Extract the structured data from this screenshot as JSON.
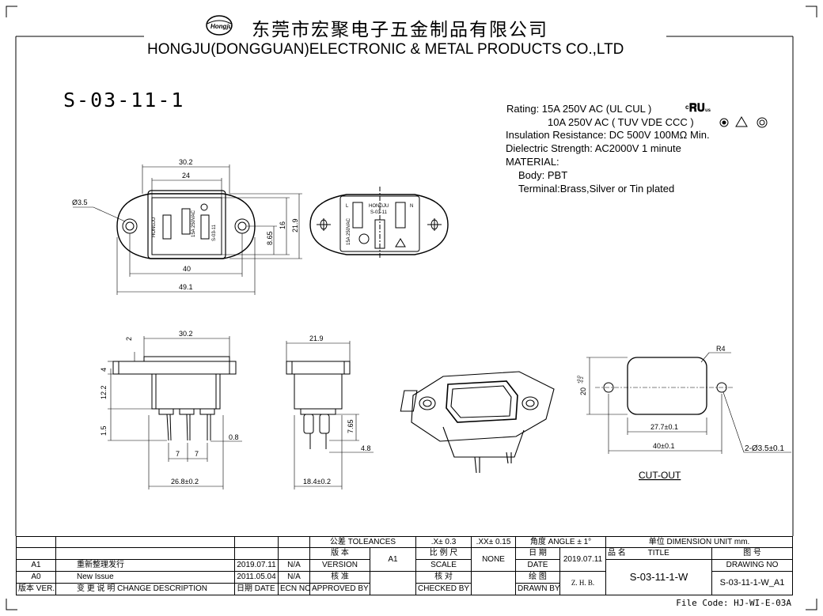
{
  "header": {
    "logo_text": "Hongju",
    "company_cn": "东莞市宏聚电子五金制品有限公司",
    "company_en": "HONGJU(DONGGUAN)ELECTRONIC & METAL PRODUCTS CO.,LTD"
  },
  "part_number": "S-03-11-1",
  "specs": {
    "rating_1": "Rating: 15A 250V AC (UL  CUL  )",
    "rating_2": "10A 250V AC (  TUV VDE  CCC )",
    "insulation": "Insulation Resistance: DC 500V 100MΩ Min.",
    "dielectric": "Dielectric Strength: AC2000V 1 minute",
    "material": "MATERIAL:",
    "body": "Body: PBT",
    "terminal": "Terminal:Brass,Silver or Tin plated"
  },
  "dimensions": {
    "front": {
      "w_outer": "30.2",
      "w_inner": "24",
      "hole": "Ø3.5",
      "h_total": "21.9",
      "h_inner": "16",
      "h_half": "8.65",
      "w_holes": "40",
      "w_total": "49.1"
    },
    "side": {
      "w_flange": "30.2",
      "flange_t": "2",
      "d4": "4",
      "d12": "12.2",
      "d15": "1.5",
      "pin": "0.8",
      "pitch1": "7",
      "pitch2": "7",
      "w_bottom": "26.8±0.2"
    },
    "side2": {
      "w_top": "21.9",
      "h765": "7.65",
      "d48": "4.8",
      "w_bottom": "18.4±0.2"
    },
    "cutout": {
      "r": "R4",
      "h": "20",
      "h_tol_up": "+0.0",
      "h_tol_dn": "-0.2",
      "w": "27.7±0.1",
      "pitch": "40±0.1",
      "holes": "2-Ø3.5±0.1",
      "label": "CUT-OUT"
    }
  },
  "face_labels": {
    "l": "L",
    "n": "N",
    "brand": "HONGJU",
    "model": "S-03-11",
    "rating": "15A 250VAC"
  },
  "title_block": {
    "tolerance_label": "公差 TOLEANCES",
    "tol_x": ".X± 0.3",
    "tol_xx": ".XX± 0.15",
    "tol_angle": "角度 ANGLE  ± 1°",
    "unit_label": "单位  DIMENSION UNIT    mm.",
    "version_cn": "版 本",
    "version_en": "VERSION",
    "version_val": "A1",
    "scale_cn": "比 例 尺",
    "scale_en": "SCALE",
    "scale_val": "NONE",
    "date_cn": "日  期",
    "date_en": "DATE",
    "date_val": "2019.07.11",
    "title_cn": "品  名",
    "title_en": "TITLE",
    "drawing_no_cn": "图  号",
    "drawing_no_en": "DRAWING NO",
    "approved_cn": "核  准",
    "approved_en": "APPROVED BY",
    "checked_cn": "核  对",
    "checked_en": "CHECKED BY",
    "drawn_cn": "绘  图",
    "drawn_en": "DRAWN BY",
    "drawn_val": "Z. H. B.",
    "title_val": "S-03-11-1-W",
    "drawing_no_val": "S-03-11-1-W_A1",
    "rev_a1": "A1",
    "rev_a1_desc": "重新整理发行",
    "rev_a1_date": "2019.07.11",
    "rev_a1_ecn": "N/A",
    "rev_a0": "A0",
    "rev_a0_desc": "New Issue",
    "rev_a0_date": "2011.05.04",
    "rev_a0_ecn": "N/A",
    "hdr_ver": "版本 VER.",
    "hdr_desc": "变 更 说 明   CHANGE DESCRIPTION",
    "hdr_date": "日期 DATE",
    "hdr_ecn": "ECN NO."
  },
  "file_code": "File Code: HJ-WI-E-03A"
}
